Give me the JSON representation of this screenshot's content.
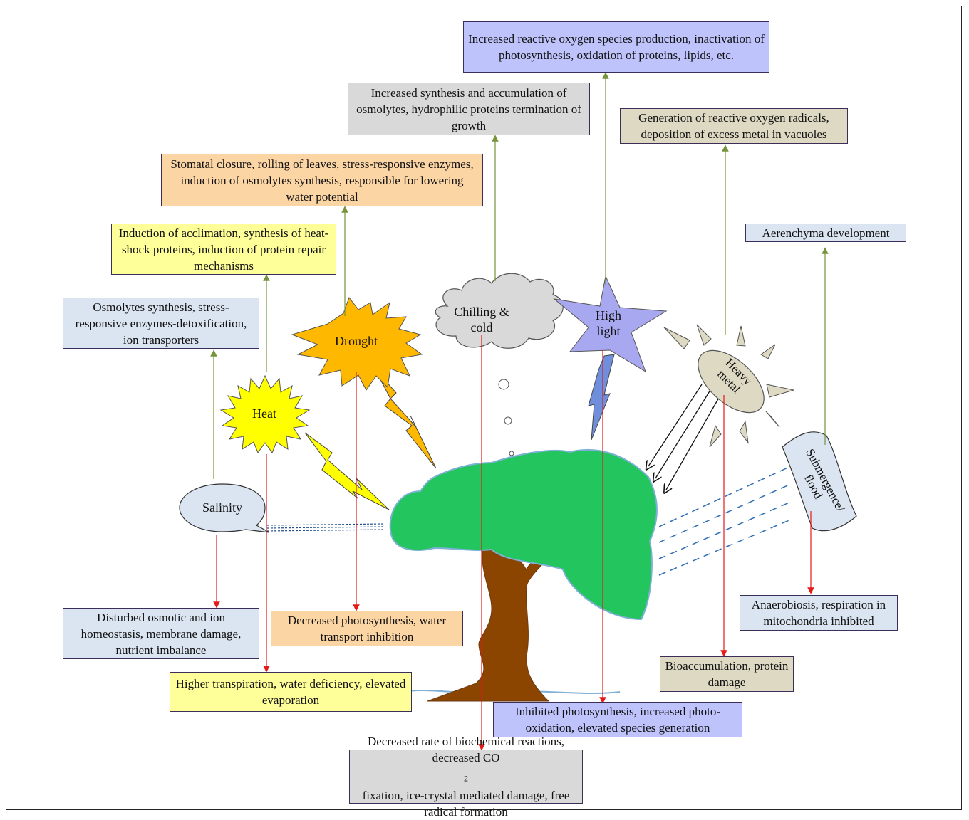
{
  "stresses": {
    "salinity": "Salinity",
    "heat": "Heat",
    "drought": "Drought",
    "chilling_line1": "Chilling &",
    "chilling_line2": "cold",
    "highlight_line1": "High",
    "highlight_line2": "light",
    "heavy_line1": "Heavy",
    "heavy_line2": "metal",
    "flood_line1": "Submergence/",
    "flood_line2": "flood"
  },
  "responses": {
    "ros": "Increased  reactive oxygen species production, inactivation of photosynthesis, oxidation of proteins, lipids, etc.",
    "osmolytes_accum": "Increased synthesis and accumulation of osmolytes, hydrophilic proteins termination of growth",
    "metal_ros": "Generation of reactive oxygen radicals, deposition of excess metal in vacuoles",
    "stomatal": "Stomatal closure, rolling of leaves, stress-responsive enzymes, induction of osmolytes synthesis,  responsible for lowering water potential",
    "aerenchyma": "Aerenchyma development",
    "acclimation": "Induction of acclimation, synthesis of heat-shock proteins, induction of protein repair mechanisms",
    "salinity_response": "Osmolytes synthesis, stress-responsive enzymes-detoxification, ion transporters"
  },
  "effects": {
    "osmotic": "Disturbed osmotic and ion homeostasis, membrane damage, nutrient imbalance",
    "photosynthesis_water": "Decreased photosynthesis, water transport  inhibition",
    "anaerobiosis": "Anaerobiosis, respiration in mitochondria inhibited",
    "bioaccumulation": "Bioaccumulation, protein damage",
    "transpiration": "Higher transpiration, water deficiency, elevated evaporation",
    "photooxidation": "Inhibited photosynthesis, increased photo-oxidation, elevated species generation",
    "biochemical_pre": "Decreased rate of biochemical reactions, decreased CO",
    "biochemical_sub": "2",
    "biochemical_post": " fixation, ice-crystal mediated damage, free radical formation"
  },
  "colors": {
    "purple": "#bfc3fb",
    "grey": "#d9d9d9",
    "tan": "#ddd9c3",
    "orange": "#fcd5a5",
    "lightblue": "#dbe5f1",
    "yellow": "#ffff99",
    "tree_green": "#22c55e",
    "trunk": "#8b4500",
    "arrow_green": "#77933c",
    "arrow_red": "#e41a1a"
  }
}
